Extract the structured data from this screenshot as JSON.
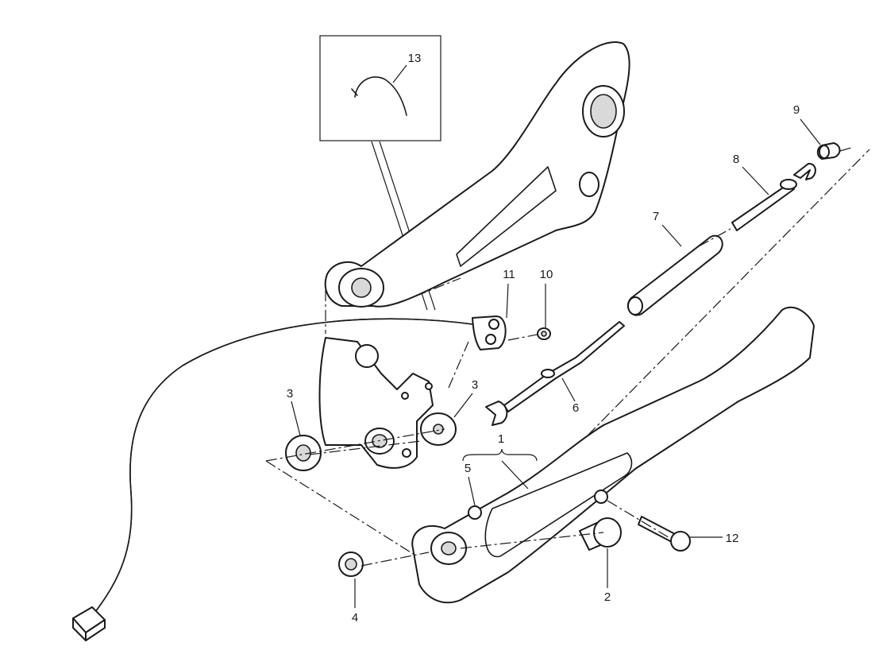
{
  "callouts": {
    "c1": "1",
    "c2": "2",
    "c3a": "3",
    "c3b": "3",
    "c4": "4",
    "c5": "5",
    "c6": "6",
    "c7": "7",
    "c8": "8",
    "c9": "9",
    "c10": "10",
    "c11": "11",
    "c12": "12",
    "c13": "13"
  },
  "colors": {
    "line": "#1a1a1a",
    "background": "#ffffff"
  }
}
